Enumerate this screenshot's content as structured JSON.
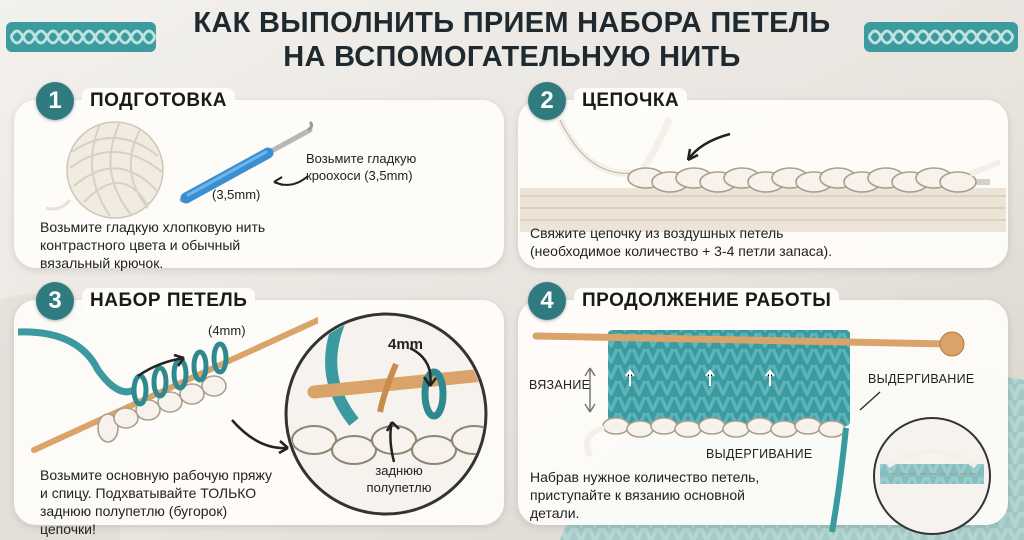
{
  "header": {
    "title_line1": "КАК ВЫПОЛНИТЬ ПРИЕМ НАБОРА ПЕТЕЛЬ",
    "title_line2": "НА ВСПОМОГАТЕЛЬНУЮ НИТЬ"
  },
  "colors": {
    "teal": "#2f7b80",
    "yarn_teal": "#3a9aa0",
    "wood": "#d9a36a",
    "cream": "#f1ece2"
  },
  "steps": [
    {
      "number": "1",
      "title": "ПОДГОТОВКА",
      "hook_note": "Возьмите гладкую кроохоси (3,5mm)",
      "hook_size": "(3,5mm)",
      "description": "Возьмите гладкую хлопковую нить контрастного цвета и обычный вязальный крючок."
    },
    {
      "number": "2",
      "title": "ЦЕПОЧКА",
      "description": "Свяжите цепочку из воздушных петель (необходимое количество + 3-4 петли запаса)."
    },
    {
      "number": "3",
      "title": "НАБОР ПЕТЕЛЬ",
      "needle_size": "(4mm)",
      "zoom_needle_size": "4mm",
      "zoom_note": "заднюю полупетлю",
      "description": "Возьмите основную рабочую пряжу и спицу. Подхватывайте ТОЛЬКО заднюю полупетлю (бугорок) цепочки!"
    },
    {
      "number": "4",
      "title": "ПРОДОЛЖЕНИЕ РАБОТЫ",
      "label_knitting": "ВЯЗАНИЕ",
      "label_pull_right": "ВЫДЕРГИВАНИЕ",
      "label_pull_bottom": "ВЫДЕРГИВАНИЕ",
      "description": "Набрав нужное количество петель, приступайте к вязанию основной детали."
    }
  ]
}
